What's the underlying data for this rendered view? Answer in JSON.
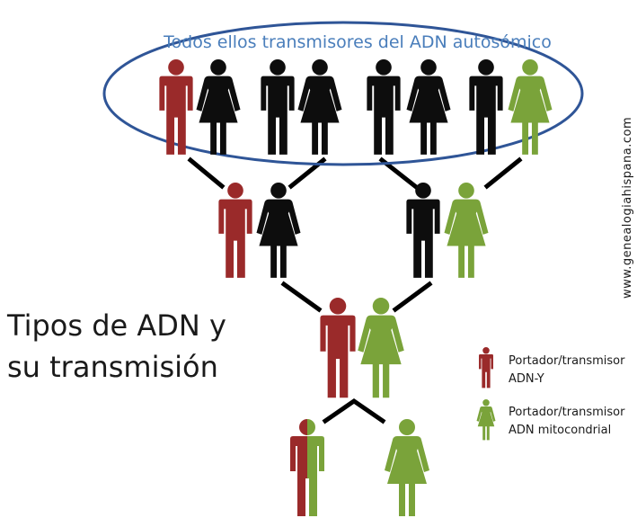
{
  "colors": {
    "male_y": "#9a2a2a",
    "female_mito": "#7aa33a",
    "autosomal": "#0d0d0d",
    "oval_stroke": "#2f5597",
    "label": "#4a7ebb",
    "text": "#1a1a1a"
  },
  "oval_label": "Todos ellos transmisores del ADN autosómico",
  "watermark": "www.genealogiahispana.com",
  "title": {
    "line1": "Tipos de ADN y",
    "line2": "su transmisión"
  },
  "legend": [
    {
      "icon": "male-figure-icon",
      "color": "#9a2a2a",
      "line1": "Portador/transmisor",
      "line2": "ADN-Y"
    },
    {
      "icon": "female-figure-icon",
      "color": "#7aa33a",
      "line1": "Portador/transmisor",
      "line2": "ADN mitocondrial"
    }
  ],
  "generations": [
    {
      "level": "great-grandparents",
      "figures": [
        {
          "sex": "male",
          "dna": "y"
        },
        {
          "sex": "female",
          "dna": "autosomal"
        },
        {
          "sex": "male",
          "dna": "autosomal"
        },
        {
          "sex": "female",
          "dna": "autosomal"
        },
        {
          "sex": "male",
          "dna": "autosomal"
        },
        {
          "sex": "female",
          "dna": "autosomal"
        },
        {
          "sex": "male",
          "dna": "autosomal"
        },
        {
          "sex": "female",
          "dna": "mito"
        }
      ]
    },
    {
      "level": "grandparents",
      "figures": [
        {
          "sex": "male",
          "dna": "y"
        },
        {
          "sex": "female",
          "dna": "autosomal"
        },
        {
          "sex": "male",
          "dna": "autosomal"
        },
        {
          "sex": "female",
          "dna": "mito"
        }
      ]
    },
    {
      "level": "parents",
      "figures": [
        {
          "sex": "male",
          "dna": "y"
        },
        {
          "sex": "female",
          "dna": "mito"
        }
      ]
    },
    {
      "level": "children",
      "figures": [
        {
          "sex": "male",
          "dna": "y+mito"
        },
        {
          "sex": "female",
          "dna": "mito"
        }
      ]
    }
  ]
}
